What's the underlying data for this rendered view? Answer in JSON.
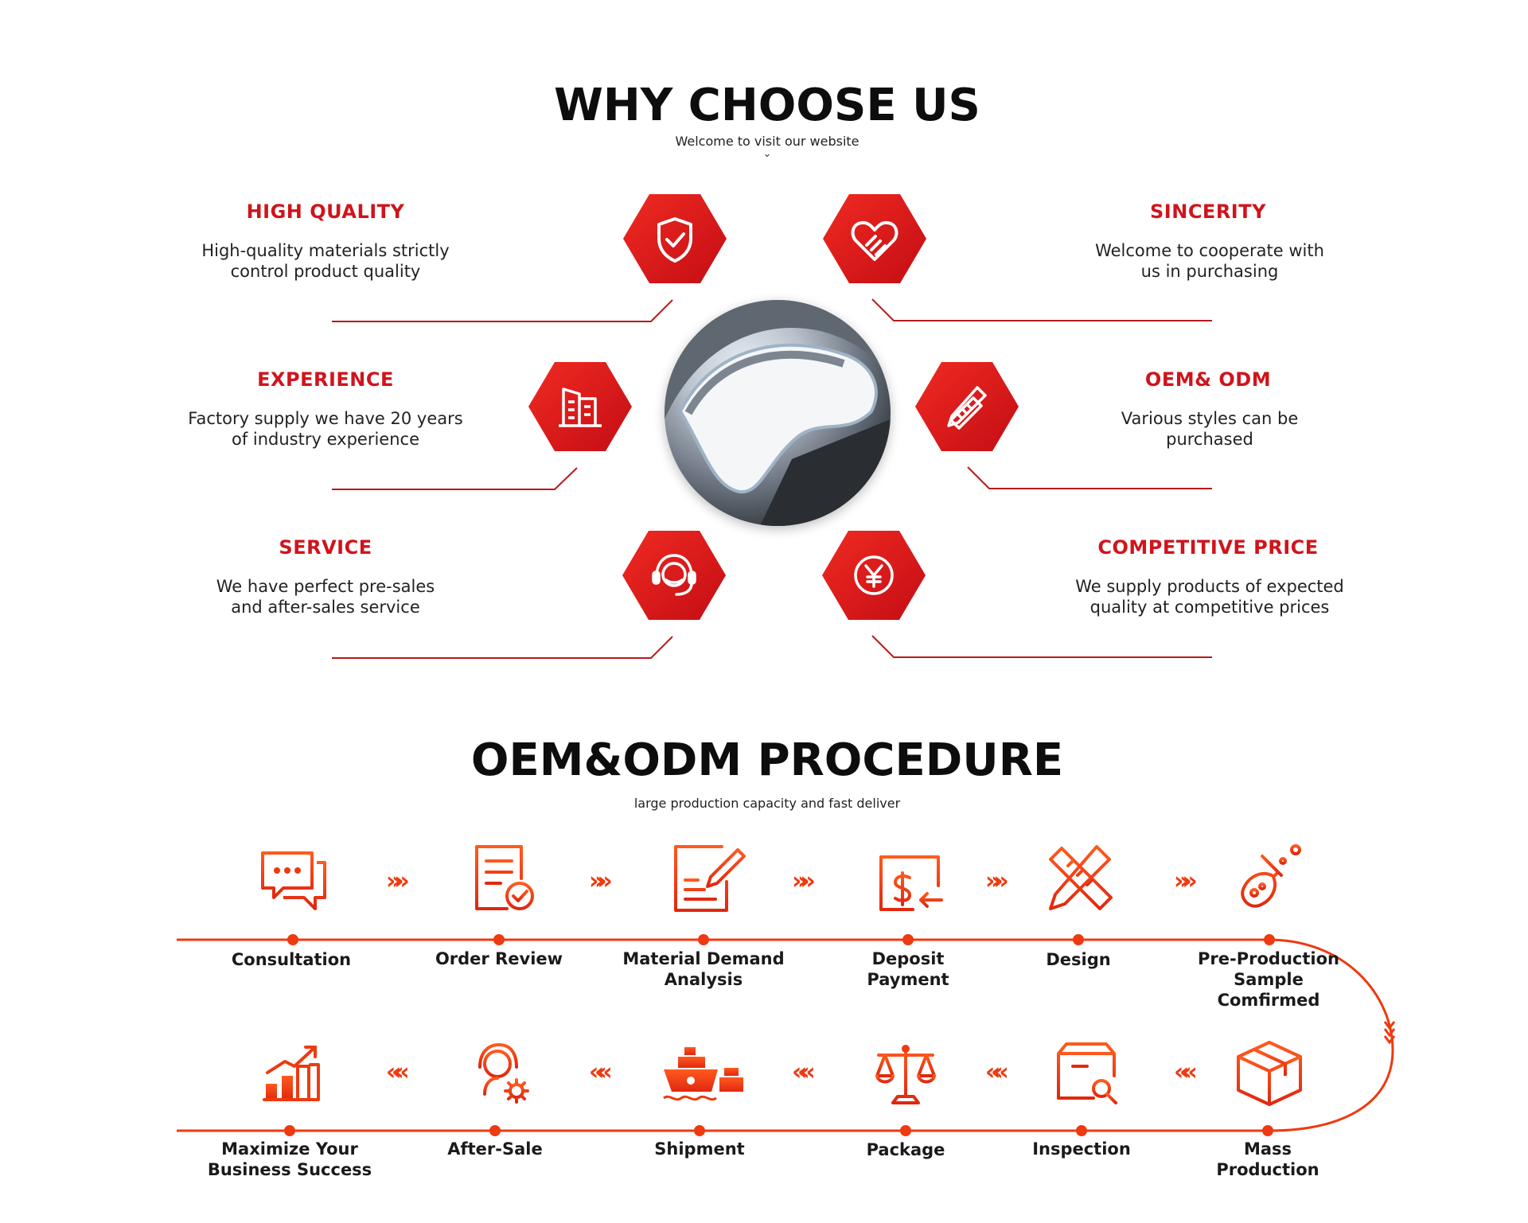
{
  "why": {
    "title": "WHY CHOOSE US",
    "subtitle": "Welcome to visit our website",
    "features": [
      {
        "title": "HIGH QUALITY",
        "line1": "High-quality materials strictly",
        "line2": "control product quality",
        "icon": "shield-check-icon"
      },
      {
        "title": "SINCERITY",
        "line1": "Welcome to cooperate with",
        "line2": "us in purchasing",
        "icon": "heart-handshake-icon"
      },
      {
        "title": "EXPERIENCE",
        "line1": "Factory supply we have 20 years",
        "line2": "of industry experience",
        "icon": "factory-building-icon"
      },
      {
        "title": "OEM& ODM",
        "line1": "Various styles can be",
        "line2": "purchased",
        "icon": "pencil-ruler-icon"
      },
      {
        "title": "SERVICE",
        "line1": "We have perfect pre-sales",
        "line2": "and after-sales service",
        "icon": "headset-icon"
      },
      {
        "title": "COMPETITIVE PRICE",
        "line1": "We supply products of expected",
        "line2": "quality at competitive prices",
        "icon": "yen-coin-icon"
      }
    ]
  },
  "procedure": {
    "title": "OEM&ODM PROCEDURE",
    "subtitle": "large production capacity and fast deliver",
    "row1": [
      {
        "line1": "Consultation",
        "line2": "",
        "line3": "",
        "icon": "chat-bubbles-icon"
      },
      {
        "line1": "Order Review",
        "line2": "",
        "line3": "",
        "icon": "document-check-icon"
      },
      {
        "line1": "Material Demand",
        "line2": "Analysis",
        "line3": "",
        "icon": "document-pen-icon"
      },
      {
        "line1": "Deposit",
        "line2": "Payment",
        "line3": "",
        "icon": "dollar-payment-icon"
      },
      {
        "line1": "Design",
        "line2": "",
        "line3": "",
        "icon": "ruler-pencil-icon"
      },
      {
        "line1": "Pre-Production",
        "line2": "Sample",
        "line3": "Comfirmed",
        "icon": "flask-icon"
      }
    ],
    "row2": [
      {
        "line1": "Maximize Your",
        "line2": "Business Success",
        "icon": "growth-chart-icon"
      },
      {
        "line1": "After-Sale",
        "line2": "",
        "icon": "support-agent-icon"
      },
      {
        "line1": "Shipment",
        "line2": "",
        "icon": "cargo-ship-icon"
      },
      {
        "line1": "Package",
        "line2": "",
        "icon": "balance-scale-icon"
      },
      {
        "line1": "Inspection",
        "line2": "",
        "icon": "box-search-icon"
      },
      {
        "line1": "Mass",
        "line2": "Production",
        "icon": "package-box-icon"
      }
    ],
    "arrow_right": "»»",
    "arrow_left": "««",
    "arrow_down": "⌄"
  },
  "colors": {
    "accent": "#d0141c",
    "orange": "#ee3a10"
  }
}
